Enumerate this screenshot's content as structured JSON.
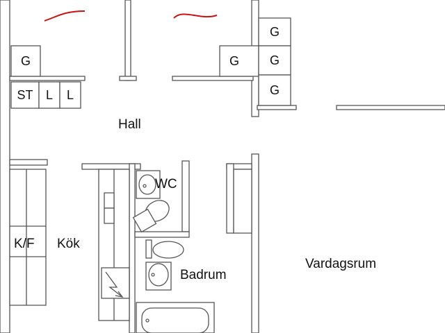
{
  "rooms": {
    "hall": "Hall",
    "wc": "WC",
    "kok": "Kök",
    "badrum": "Badrum",
    "vardagsrum": "Vardagsrum"
  },
  "fixtures": {
    "kf": "K/F",
    "g": "G",
    "st": "ST",
    "l": "L"
  },
  "colors": {
    "walls": "#555555",
    "marks": "#cc1111",
    "background": "#ffffff"
  }
}
